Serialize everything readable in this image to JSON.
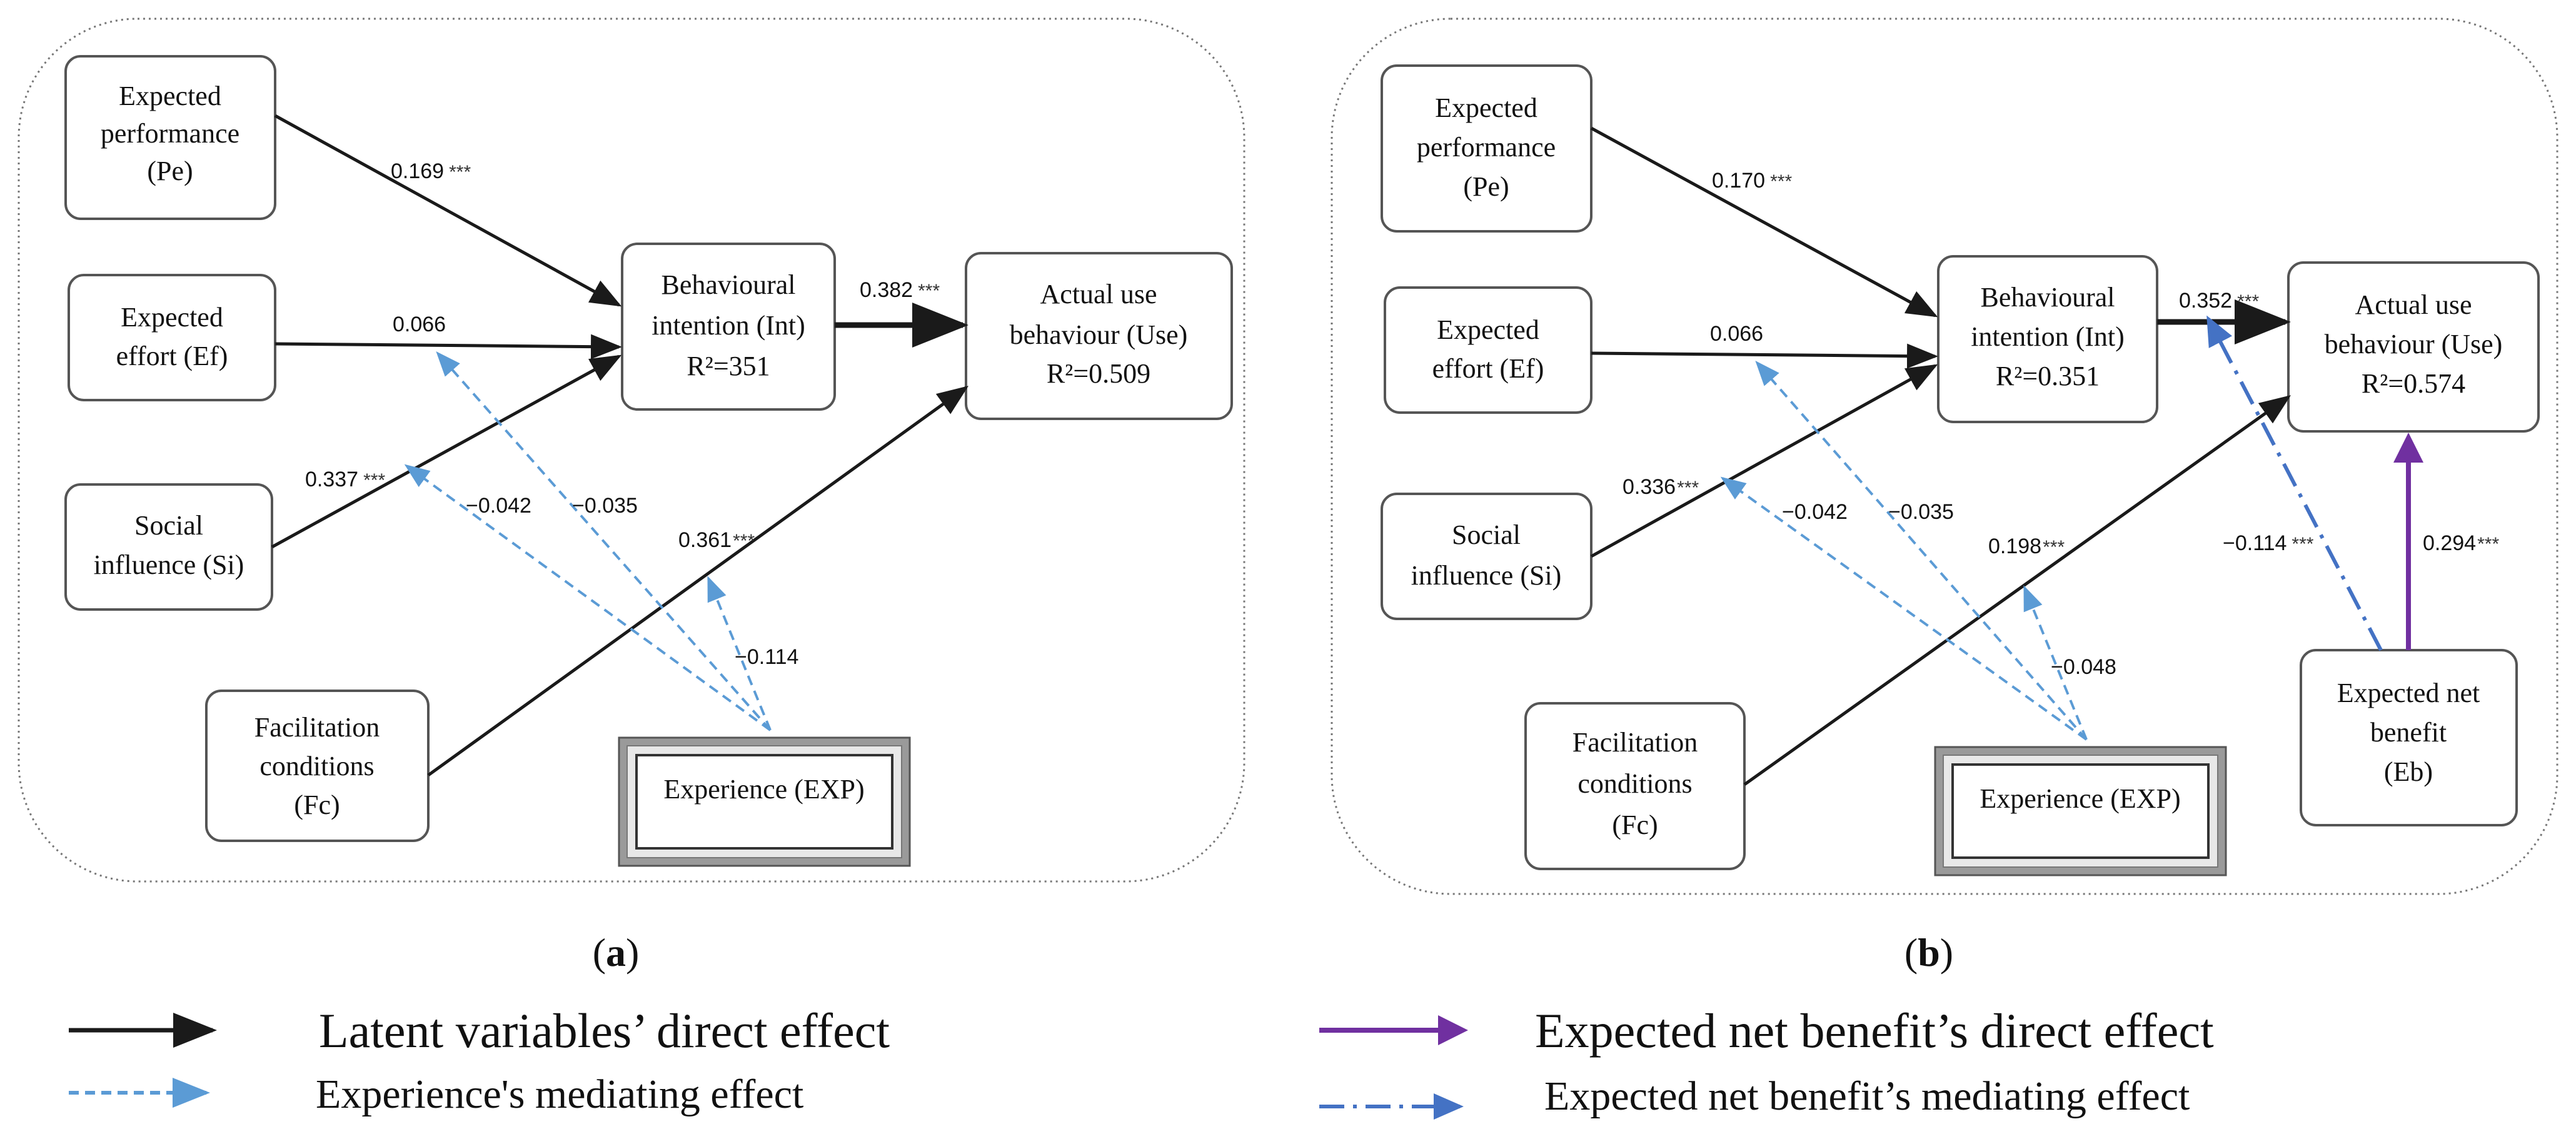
{
  "panel_a": {
    "label": "a",
    "nodes": {
      "pe": [
        "Expected",
        "performance",
        "(Pe)"
      ],
      "ef": [
        "Expected",
        "effort (Ef)"
      ],
      "si": [
        "Social",
        "influence (Si)"
      ],
      "fc": [
        "Facilitation",
        "conditions",
        "(Fc)"
      ],
      "int": [
        "Behavioural",
        "intention (Int)",
        "R²=351"
      ],
      "use": [
        "Actual use",
        "behaviour (Use)",
        "R²=0.509"
      ],
      "exp": [
        "Experience (EXP)"
      ]
    },
    "coefficients": {
      "pe_int": "0.169",
      "pe_int_sig": "***",
      "ef_int": "0.066",
      "si_int": "0.337",
      "si_int_sig": "***",
      "int_use": "0.382",
      "int_use_sig": "***",
      "fc_use": "0.361",
      "fc_use_sig": "***",
      "exp_ef": "−0.035",
      "exp_si": "−0.042",
      "exp_fc": "−0.114"
    }
  },
  "panel_b": {
    "label": "b",
    "nodes": {
      "pe": [
        "Expected",
        "performance",
        "(Pe)"
      ],
      "ef": [
        "Expected",
        "effort (Ef)"
      ],
      "si": [
        "Social",
        "influence (Si)"
      ],
      "fc": [
        "Facilitation",
        "conditions",
        "(Fc)"
      ],
      "int": [
        "Behavioural",
        "intention (Int)",
        "R²=0.351"
      ],
      "use": [
        "Actual use",
        "behaviour (Use)",
        "R²=0.574"
      ],
      "exp": [
        "Experience (EXP)"
      ],
      "eb": [
        "Expected net",
        "benefit",
        "(Eb)"
      ]
    },
    "coefficients": {
      "pe_int": "0.170",
      "pe_int_sig": "***",
      "ef_int": "0.066",
      "si_int": "0.336",
      "si_int_sig": "***",
      "int_use": "0.352",
      "int_use_sig": "***",
      "fc_use": "0.198",
      "fc_use_sig": "***",
      "exp_ef": "−0.035",
      "exp_si": "−0.042",
      "exp_fc": "−0.048",
      "eb_int_use": "−0.114",
      "eb_int_use_sig": "***",
      "eb_use": "0.294",
      "eb_use_sig": "***"
    }
  },
  "legend": {
    "direct": "Latent variables’ direct effect",
    "mediating": "Experience's mediating effect",
    "eb_direct": "Expected net benefit’s direct effect",
    "eb_mediating": "Expected net benefit’s mediating effect"
  },
  "colors": {
    "direct": "#1a1a1a",
    "mediating": "#5b9bd5",
    "eb_direct": "#7030a0",
    "eb_mediating": "#4472c4"
  }
}
